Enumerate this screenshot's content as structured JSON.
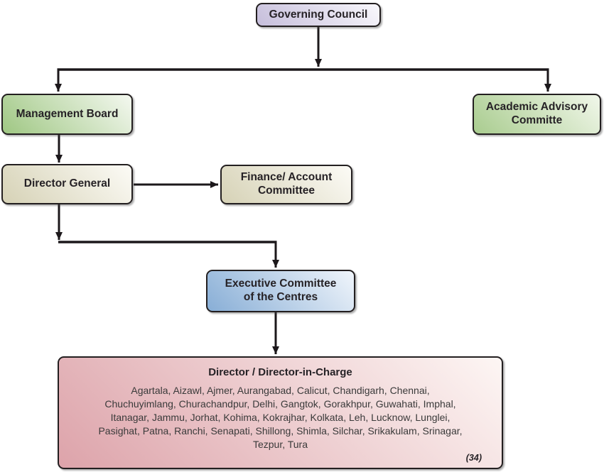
{
  "colors": {
    "background": "#ffffff",
    "connector_line": "#1c181b",
    "node_border": "#231f20",
    "heading_text": "#262226",
    "body_text": "#3a3a3a"
  },
  "nodes": {
    "governing_council": {
      "label": "Governing Council",
      "color_dark": "#c6bedb",
      "color_light": "#f9f8fc"
    },
    "management_board": {
      "label": "Management Board",
      "color_dark": "#9fc783",
      "color_light": "#f4f8f0"
    },
    "academic_advisory": {
      "line1": "Academic Advisory",
      "line2": "Committe",
      "color_dark": "#a9cc8f",
      "color_light": "#f1f7ea"
    },
    "director_general": {
      "label": "Director General",
      "color_dark": "#d6d2b6",
      "color_light": "#fcfbf6"
    },
    "finance_account": {
      "line1": "Finance/ Account",
      "line2": "Committee",
      "color_dark": "#d6d2b6",
      "color_light": "#fcfbf6"
    },
    "executive_committee": {
      "line1": "Executive Committee",
      "line2": "of the Centres",
      "color_dark": "#88aed6",
      "color_light": "#f0f5fb"
    },
    "directors": {
      "title": "Director / Director-in-Charge",
      "lines": [
        "Agartala, Aizawl, Ajmer, Aurangabad, Calicut, Chandigarh, Chennai,",
        "Chuchuyimlang, Churachandpur, Delhi, Gangtok, Gorakhpur, Guwahati, Imphal,",
        "Itanagar, Jammu, Jorhat, Kohima, Kokrajhar, Kolkata, Leh, Lucknow, Lunglei,",
        "Pasighat, Patna, Ranchi, Senapati, Shillong, Shimla, Silchar, Srikakulam, Srinagar,",
        "Tezpur, Tura"
      ],
      "count_note": "(34)",
      "color_dark": "#dda3aa",
      "color_light": "#fdf6f4"
    }
  }
}
